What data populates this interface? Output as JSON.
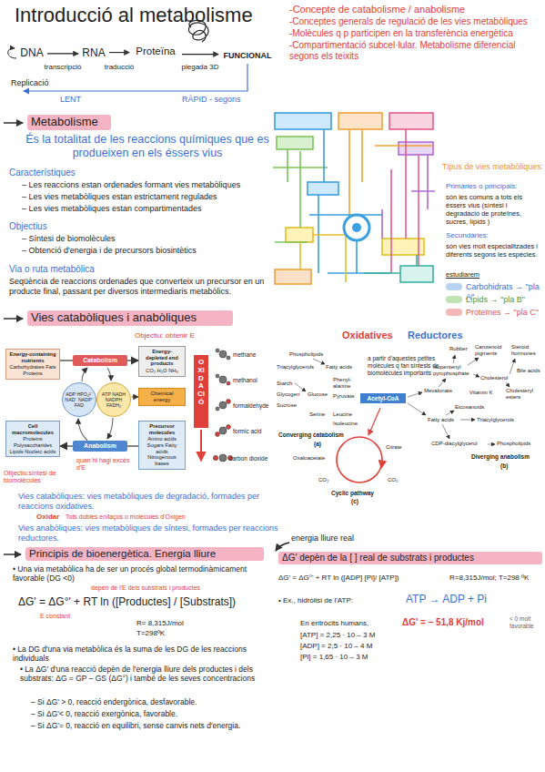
{
  "diagram": {
    "title": "Introducció al metabolisme",
    "nodes": [
      {
        "text": [
          "DNA"
        ]
      },
      {
        "text": [
          "RNA"
        ]
      },
      {
        "text": [
          "Proteïna"
        ]
      },
      {
        "text": [
          "FUNCIONAL"
        ]
      },
      {
        "text": [
          "Metabolisme"
        ]
      },
      {
        "text": [
          "Vies catabòliques i anabòliques"
        ]
      },
      {
        "text": [
          "Principis de bioenergètica. Energia lliure"
        ]
      },
      {
        "text": [
          "ΔG' depèn de la [ ] real de substrats i productes"
        ]
      },
      {
        "text": [
          "Catabolism"
        ]
      },
      {
        "text": [
          "Anabolism"
        ]
      },
      {
        "text": [
          "Energy-containing nutrients",
          "Carbohydrates Fats Proteins"
        ]
      },
      {
        "text": [
          "Energy-depleted end products",
          "CO₂ H₂O NH₃"
        ]
      },
      {
        "text": [
          "ADP HPO₄²⁻ NAD⁺ NADP⁺ FAD"
        ]
      },
      {
        "text": [
          "ATP NADH NADPH FADH₂"
        ]
      },
      {
        "text": [
          "Chemical energy"
        ]
      },
      {
        "text": [
          "Cell macromolecules",
          "Proteins Polysaccharides Lipids Nucleic acids"
        ]
      },
      {
        "text": [
          "Precursor molecules",
          "Amino acids Sugars Fatty acids Nitrogenous bases"
        ]
      },
      {
        "text": [
          "Acetyl-CoA"
        ]
      }
    ],
    "edges": [
      {
        "from": 0,
        "to": 1,
        "label": "transcripció",
        "arrow": "to"
      },
      {
        "from": 1,
        "to": 2,
        "label": "traducció",
        "arrow": "to"
      },
      {
        "from": 2,
        "to": 3,
        "label": "plegada 3D",
        "arrow": "to"
      },
      {
        "from": 10,
        "to": 8,
        "arrow": "none"
      },
      {
        "from": 8,
        "to": 11,
        "arrow": "to"
      },
      {
        "from": 16,
        "to": 9,
        "arrow": "none"
      },
      {
        "from": 9,
        "to": 15,
        "arrow": "to"
      },
      {
        "from": 13,
        "to": 14,
        "arrow": "to"
      }
    ],
    "labels": [
      "-Concepte de catabolisme / anabolisme",
      "-Conceptes generals de regulació de les vies metabòliques",
      "-Molècules q p participen en la transferència energètica",
      "-Compartimentació subcel·lular. Metabolisme diferencial segons els teixits",
      "Replicació",
      "LENT",
      "RÀPID - segons",
      "És la totalitat de les reaccions químiques que es produeixen en els éssers vius",
      "Característiques",
      "– Les reaccions estan ordenades formant vies metabòliques",
      "– Les vies metabòliques estan estrictament regulades",
      "– Les vies metabòliques estan compartimentades",
      "Objectius",
      "– Síntesi de biomolècules",
      "– Obtenció d'energia i de precursors biosintètics",
      "Via o ruta metabòlica",
      "Seqüència de reaccions ordenades que converteix un precursor en un producte final, passant per diversos intermediaris metabòlics.",
      "Tipus de vies metabòliques:",
      "Primàries o principals:",
      "són les comuns a tots els éssers vius (síntesi i degradació de proteïnes, sucres, lípids )",
      "Secundàries:",
      "són vies molt especialitzades i diferents segons les espècies.",
      "estudiarem",
      "Objectiu: obtenir E",
      "Objectiu:síntesi de biomolècules",
      "quan hi hagi excés d'E",
      "OXIDACIÓ",
      "methane",
      "methanol",
      "formaldehyde",
      "formic acid",
      "carbon dioxide",
      "Oxidatives",
      "Reductores",
      "a partir d'aquestes petites molècules q fan síntesis de biomolècules importants",
      "Phospholipids",
      "Triacylglycerols",
      "Fatty acids",
      "Starch",
      "Glycogen",
      "Sucrose",
      "Glucose",
      "Phenyl-alanine",
      "Pyruvate",
      "Serine",
      "Leucine",
      "Isoleucine",
      "Converging catabolism",
      "(a)",
      "Rubber",
      "Carotenoid pigments",
      "Steroid hormones",
      "Bile acids",
      "Isopentenyl pyrophosphate",
      "Cholesterol",
      "Mevalonate",
      "Vitamin K",
      "Cholesteryl esters",
      "Eicosanoids",
      "Fatty acids",
      "Triacylglycerols",
      "CDP-diacylglycerol",
      "Phospholipids",
      "Diverging anabolism",
      "(b)",
      "Oxaloacetate",
      "Citrate",
      "CO₂",
      "CO₂",
      "Cyclic pathway",
      "(c)",
      "Vies catabòliques: vies metabòliques de degradació, formades per reaccions oxidatives.",
      "Oxidar",
      "Tots dobles enllaços o molècules d'Oxigen",
      "Vies anabòliques: vies metabòliques de síntesi, formades per reaccions reductores.",
      "• Una via metabòlica ha de ser un procés global termodinàmicament favorable (DG <0)",
      "depèn de l'E dels substrats i productes",
      "ΔG' = ΔG°' + RT ln ([Productes] / [Substrats])",
      "E constant",
      "R= 8,315J/mol",
      "T=298ºK",
      "• La DG d'una via metabòlica és la suma de les DG de les reaccions individuals",
      "• La ΔG' d'una reacció depèn de l'energia lliure dels productes i dels substrats: ΔG = GP – GS (ΔG°) i també de les seves concentracions",
      "– Si ΔG' > 0, reacció endergònica, desfavorable.",
      "– Si ΔG'< 0, reacció exergònica, favorable.",
      "– Si ΔG'= 0, reacció en equilibri, sense canvis nets d'energia.",
      "energia lliure real",
      "ΔG' = ΔG°' + RT ln ([ADP] [Pi]/ [ATP])",
      "R=8,315J/mol; T=298 ºK",
      "• Ex., hidròlisi de l'ATP:",
      "ATP → ADP + Pi",
      "En eritròcits humans,",
      "[ATP] = 2,25 · 10 – 3 M",
      "[ADP] = 2,5 · 10 – 4 M",
      "[Pi] = 1,65 · 10 – 3 M",
      "ΔG' = – 51,8 Kj/mol",
      "< 0 molt favorable"
    ],
    "legend": [
      {
        "text": "Carbohidrats → \"pla A\"",
        "color": "#b8d3f2"
      },
      {
        "text": "Lípids → \"pla B\"",
        "color": "#bfe3b4"
      },
      {
        "text": "Proteïnes → \"pla C\"",
        "color": "#f5b8b8"
      }
    ]
  }
}
